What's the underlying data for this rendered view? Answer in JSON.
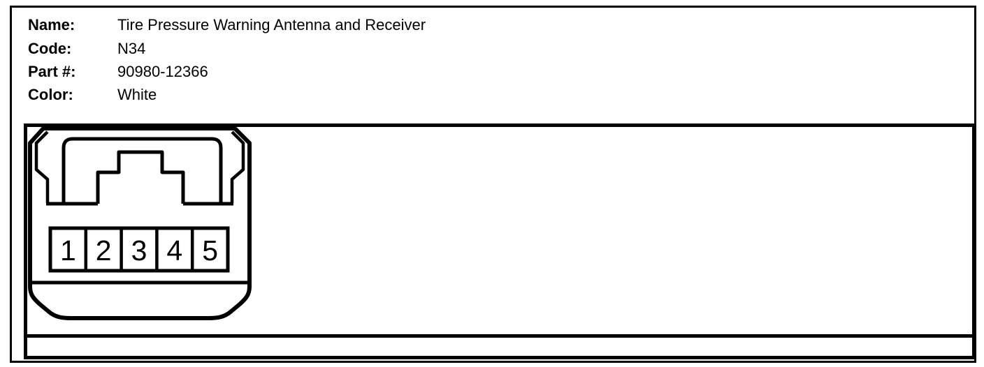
{
  "colors": {
    "ink": "#000000",
    "paper": "#ffffff"
  },
  "header": {
    "fields": [
      {
        "label": "Name:",
        "value": "Tire Pressure Warning Antenna and Receiver"
      },
      {
        "label": "Code:",
        "value": "N34"
      },
      {
        "label": "Part #:",
        "value": "90980-12366"
      },
      {
        "label": "Color:",
        "value": "White"
      }
    ]
  },
  "diagram": {
    "description": "5-cavity connector housing, front view",
    "pins": [
      "1",
      "2",
      "3",
      "4",
      "5"
    ]
  }
}
